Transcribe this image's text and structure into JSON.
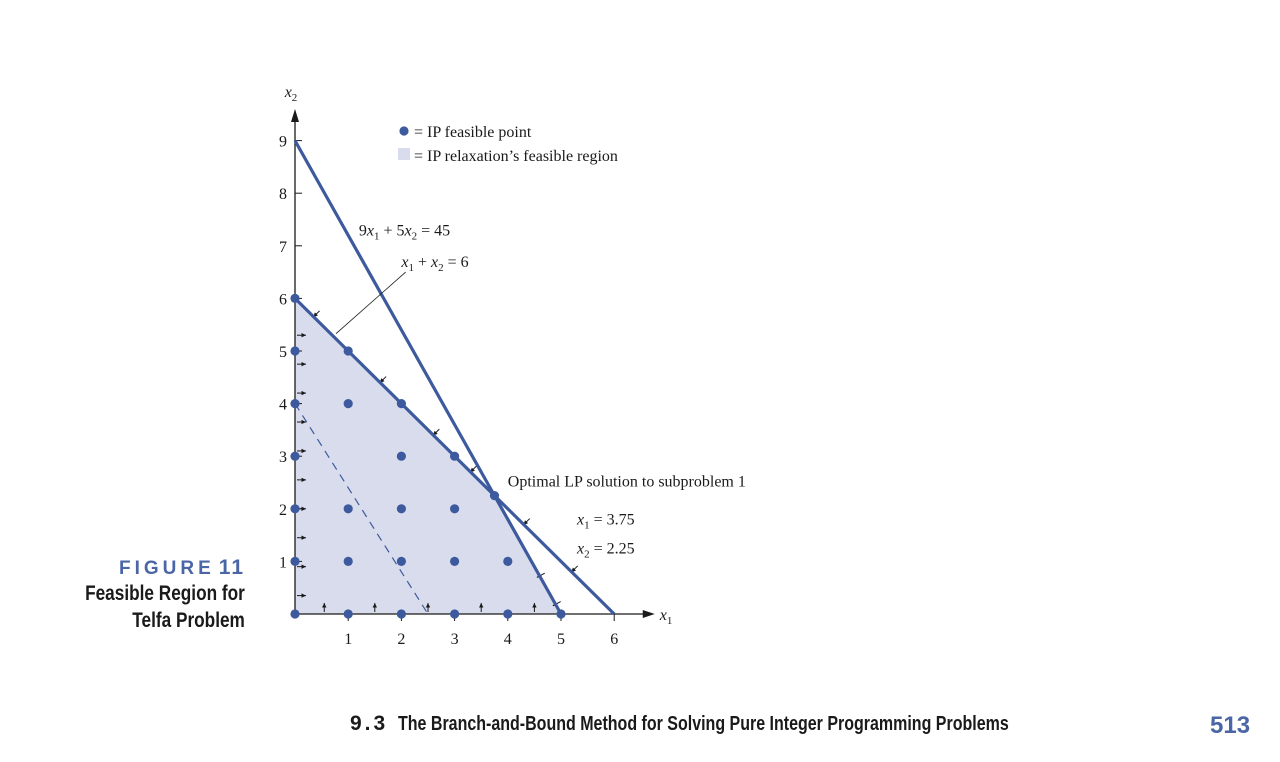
{
  "caption": {
    "label": "FIGURE",
    "number": "11",
    "title_line1": "Feasible Region for",
    "title_line2": "Telfa Problem"
  },
  "footer": {
    "section": "9.3",
    "title": "The Branch-and-Bound Method for Solving Pure Integer Programming Problems",
    "page_number": "513"
  },
  "chart_data": {
    "type": "scatter",
    "x_axis": {
      "label": "x",
      "label_sub": "1",
      "ticks": [
        "1",
        "2",
        "3",
        "4",
        "5",
        "6"
      ],
      "range": [
        0,
        6.8
      ]
    },
    "y_axis": {
      "label": "x",
      "label_sub": "2",
      "ticks": [
        "1",
        "2",
        "3",
        "4",
        "5",
        "6",
        "7",
        "8",
        "9"
      ],
      "range": [
        0,
        9.6
      ]
    },
    "legend": {
      "point_label": "= IP feasible point",
      "region_label": "= IP relaxation’s feasible region",
      "placement": "top"
    },
    "lines": [
      {
        "equation": "9x1 + 5x2 = 45",
        "from": [
          0,
          9
        ],
        "to": [
          5,
          0
        ]
      },
      {
        "equation": "x1 + x2 = 6",
        "from": [
          0,
          6
        ],
        "to": [
          6,
          0
        ]
      }
    ],
    "dashed_line": {
      "from": [
        0,
        4
      ],
      "to": [
        2.5,
        0
      ]
    },
    "feasible_region": [
      [
        0,
        0
      ],
      [
        5,
        0
      ],
      [
        3.75,
        2.25
      ],
      [
        0,
        6
      ]
    ],
    "points": [
      [
        0,
        0
      ],
      [
        1,
        0
      ],
      [
        2,
        0
      ],
      [
        3,
        0
      ],
      [
        4,
        0
      ],
      [
        5,
        0
      ],
      [
        0,
        1
      ],
      [
        1,
        1
      ],
      [
        2,
        1
      ],
      [
        3,
        1
      ],
      [
        4,
        1
      ],
      [
        0,
        2
      ],
      [
        1,
        2
      ],
      [
        2,
        2
      ],
      [
        3,
        2
      ],
      [
        0,
        3
      ],
      [
        2,
        3
      ],
      [
        3,
        3
      ],
      [
        0,
        4
      ],
      [
        1,
        4
      ],
      [
        2,
        4
      ],
      [
        0,
        5
      ],
      [
        1,
        5
      ],
      [
        0,
        6
      ],
      [
        3.75,
        2.25
      ]
    ],
    "annotations": {
      "optimal": "Optimal LP solution to subproblem 1",
      "x1_value": "x1 = 3.75",
      "x2_value": "x2 = 2.25",
      "optimal_point": [
        3.75,
        2.25
      ]
    },
    "colors": {
      "line": "#3d5a9e",
      "point": "#3d5a9e",
      "region": "#d9dcec",
      "caption_accent": "#4a66a6"
    }
  }
}
